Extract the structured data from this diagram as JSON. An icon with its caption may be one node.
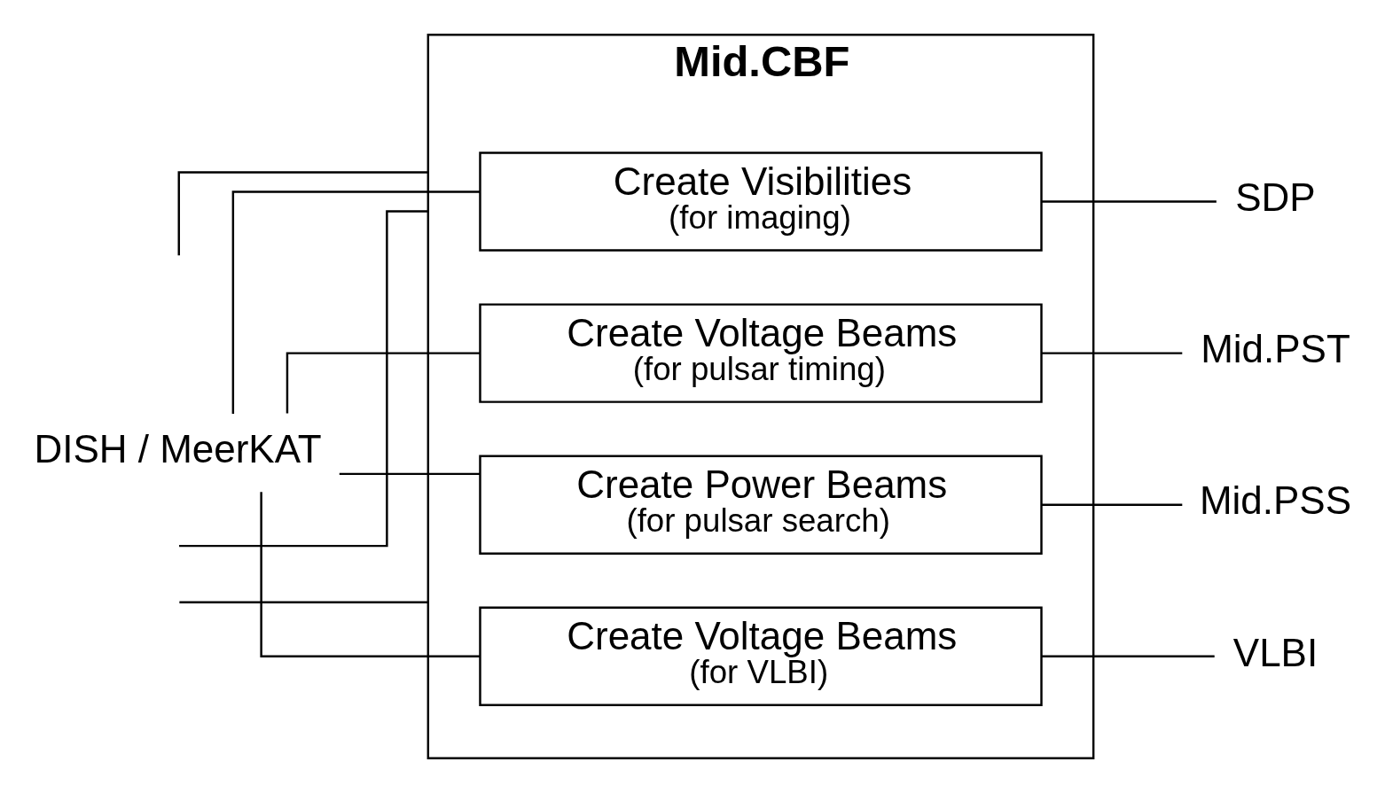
{
  "diagram": {
    "nodes": [
      {
        "text": [
          "Mid.CBF"
        ]
      },
      {
        "text": [
          "Create Visibilities",
          "(for imaging)"
        ],
        "in": 0
      },
      {
        "text": [
          "Create Voltage Beams",
          "(for pulsar timing)"
        ],
        "in": 0
      },
      {
        "text": [
          "Create Power Beams",
          "(for pulsar search)"
        ],
        "in": 0
      },
      {
        "text": [
          "Create Voltage Beams",
          "(for VLBI)"
        ],
        "in": 0
      },
      {
        "text": [
          "DISH / MeerKAT"
        ]
      },
      {
        "text": [
          "SDP"
        ]
      },
      {
        "text": [
          "Mid.PST"
        ]
      },
      {
        "text": [
          "Mid.PSS"
        ]
      },
      {
        "text": [
          "VLBI"
        ]
      }
    ],
    "edges": [
      {
        "from": 5,
        "to": 1,
        "arrow": "none"
      },
      {
        "from": 5,
        "to": 2,
        "arrow": "none"
      },
      {
        "from": 5,
        "to": 3,
        "arrow": "none"
      },
      {
        "from": 5,
        "to": 4,
        "arrow": "none"
      },
      {
        "from": 1,
        "to": 6,
        "arrow": "none"
      },
      {
        "from": 2,
        "to": 7,
        "arrow": "none"
      },
      {
        "from": 3,
        "to": 8,
        "arrow": "none"
      },
      {
        "from": 4,
        "to": 9,
        "arrow": "none"
      },
      {
        "from": null,
        "to": 0,
        "arrow": "none"
      },
      {
        "from": null,
        "to": 0,
        "arrow": "none"
      },
      {
        "from": 0,
        "to": null,
        "arrow": "none"
      }
    ]
  }
}
